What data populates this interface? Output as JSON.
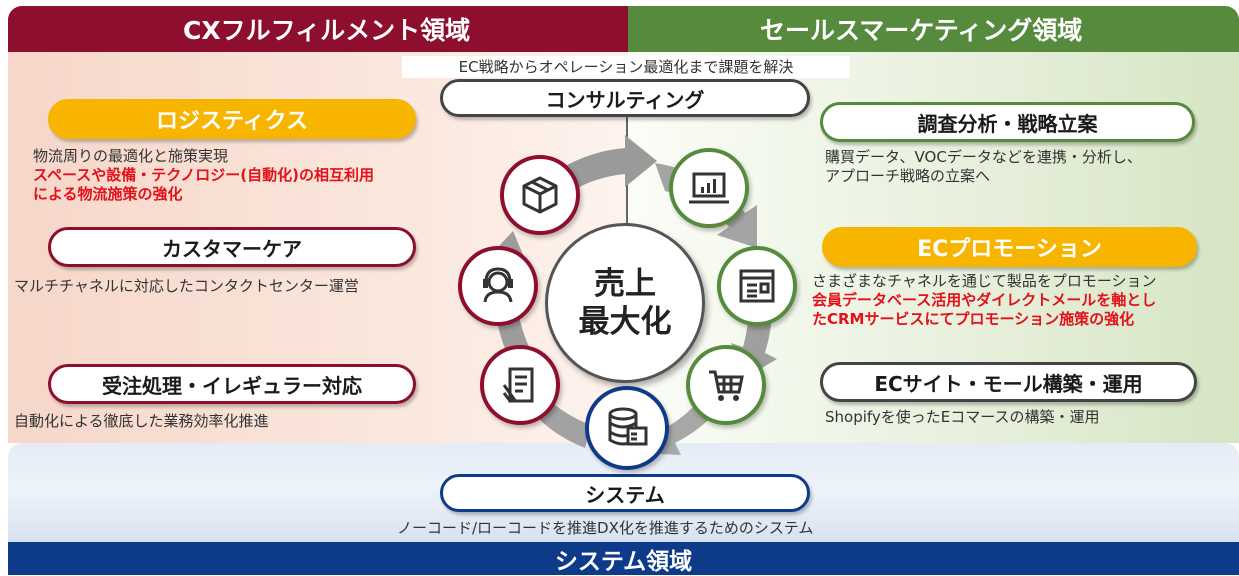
{
  "regions": {
    "cx": "CXフルフィルメント領域",
    "sales": "セールスマーケティング領域",
    "system": "システム領域"
  },
  "tagline": "EC戦略からオペレーション最適化まで課題を解決",
  "center": {
    "line1": "売上",
    "line2": "最大化"
  },
  "consulting": {
    "label": "コンサルティング"
  },
  "logistics": {
    "label": "ロジスティクス",
    "desc": "物流周りの最適化と施策実現",
    "highlight1": "スペースや設備・テクノロジー(自動化)の相互利用",
    "highlight2": "による物流施策の強化"
  },
  "customer_care": {
    "label": "カスタマーケア",
    "desc": "マルチチャネルに対応したコンタクトセンター運営"
  },
  "order": {
    "label": "受注処理・イレギュラー対応",
    "desc": "自動化による徹底した業務効率化推進"
  },
  "research": {
    "label": "調査分析・戦略立案",
    "desc1": "購買データ、VOCデータなどを連携・分析し、",
    "desc2": "アプローチ戦略の立案へ"
  },
  "promotion": {
    "label": "ECプロモーション",
    "desc": "さまざまなチャネルを通じて製品をプロモーション",
    "highlight1": "会員データベース活用やダイレクトメールを軸とし",
    "highlight2": "たCRMサービスにてプロモーション施策の強化"
  },
  "ec_site": {
    "label": "ECサイト・モール構築・運用",
    "desc": "Shopifyを使ったEコマースの構築・運用"
  },
  "system": {
    "label": "システム",
    "desc": "ノーコード/ローコードを推進DX化を推進するためのシステム"
  },
  "colors": {
    "cx_red": "#8e0e2e",
    "sales_green": "#568a3d",
    "system_blue": "#0e3a8a",
    "gold": "#f7b500",
    "highlight_red": "#e3111a"
  },
  "icons": [
    "box-icon",
    "laptop-chart-icon",
    "browser-window-icon",
    "shopping-cart-icon",
    "database-icon",
    "document-edit-icon",
    "headset-operator-icon"
  ]
}
